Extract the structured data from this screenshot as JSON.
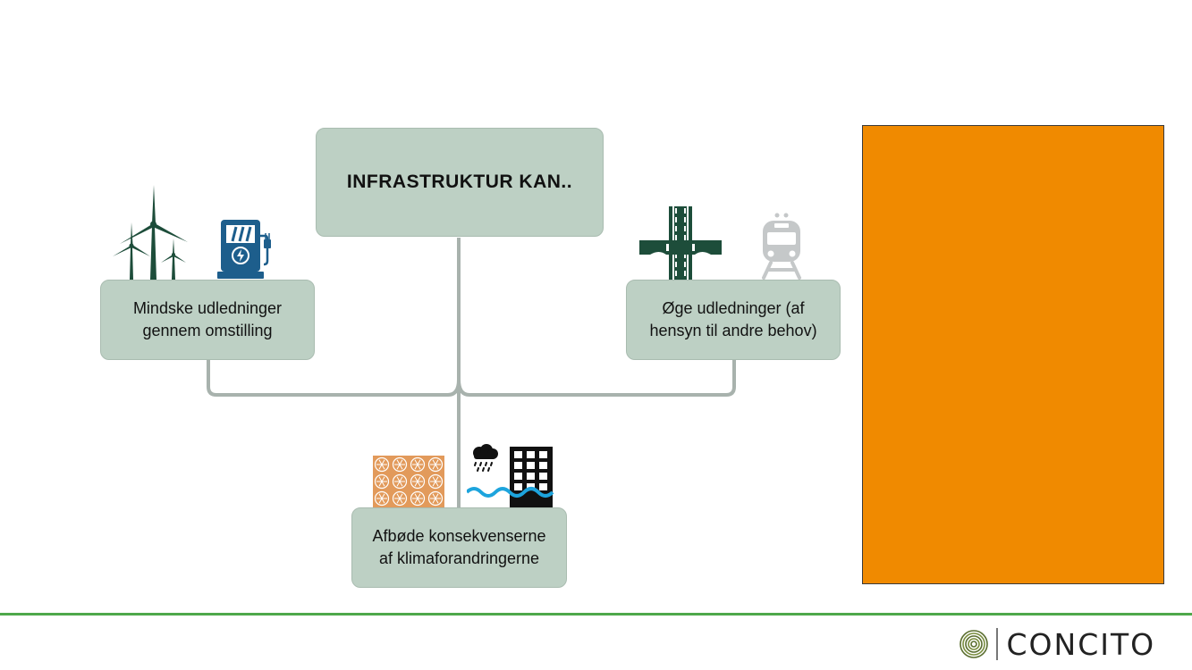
{
  "diagram": {
    "top_box": {
      "label": "INFRASTRUKTUR KAN.."
    },
    "left_box": {
      "line1": "Mindske udledninger",
      "line2": "gennem omstilling"
    },
    "right_box": {
      "line1": "Øge udledninger (af",
      "line2": "hensyn til andre behov)"
    },
    "bottom_box": {
      "line1": "Afbøde konsekvenserne",
      "line2": "af klimaforandringerne"
    }
  },
  "icons": {
    "left": [
      "wind-turbines-icon",
      "ev-charger-icon"
    ],
    "right": [
      "highway-bridge-icon",
      "train-icon"
    ],
    "bottom": [
      "cooling-fans-icon",
      "cloudburst-building-icon"
    ]
  },
  "colors": {
    "box_fill": "#bdd0c4",
    "connector": "#a8b2ad",
    "icon_green": "#1d4d3a",
    "icon_blue": "#1d5e8c",
    "fan_orange": "#e29a5b",
    "water_blue": "#1da4dd",
    "orange_panel": "#f08a00",
    "rule_green": "#4ea84a"
  },
  "footer": {
    "logo_text": "CONCITO"
  }
}
